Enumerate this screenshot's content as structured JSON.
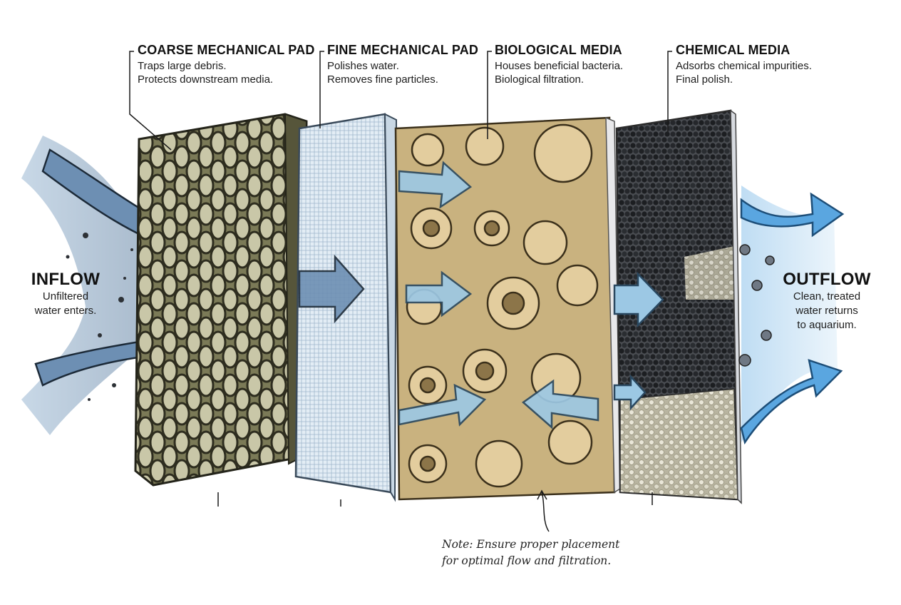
{
  "inflow": {
    "title": "INFLOW",
    "lines": [
      "Unfiltered",
      "water enters."
    ]
  },
  "outflow": {
    "title": "OUTFLOW",
    "lines": [
      "Clean, treated",
      "water returns",
      "to aquarium."
    ]
  },
  "stages": [
    {
      "title": "COARSE MECHANICAL PAD",
      "lines": [
        "Traps large debris.",
        "Protects downstream media."
      ]
    },
    {
      "title": "FINE MECHANICAL PAD",
      "lines": [
        "Polishes water.",
        "Removes fine particles."
      ]
    },
    {
      "title": "BIOLOGICAL MEDIA",
      "lines": [
        "Houses beneficial bacteria.",
        "Biological filtration."
      ]
    },
    {
      "title": "CHEMICAL MEDIA",
      "lines": [
        "Adsorbs chemical impurities.",
        "Final polish."
      ]
    }
  ],
  "note": {
    "lines": [
      "Note: Ensure proper placement",
      "for optimal flow and filtration."
    ]
  },
  "colors": {
    "water": "#7fa6c9",
    "coarse_pad": "#6f6f4c",
    "fine_pad": "#d9e6f1",
    "bio_media": "#d8c08d",
    "chemical_media": "#2f3236",
    "outflow": "#5aa6e0"
  }
}
